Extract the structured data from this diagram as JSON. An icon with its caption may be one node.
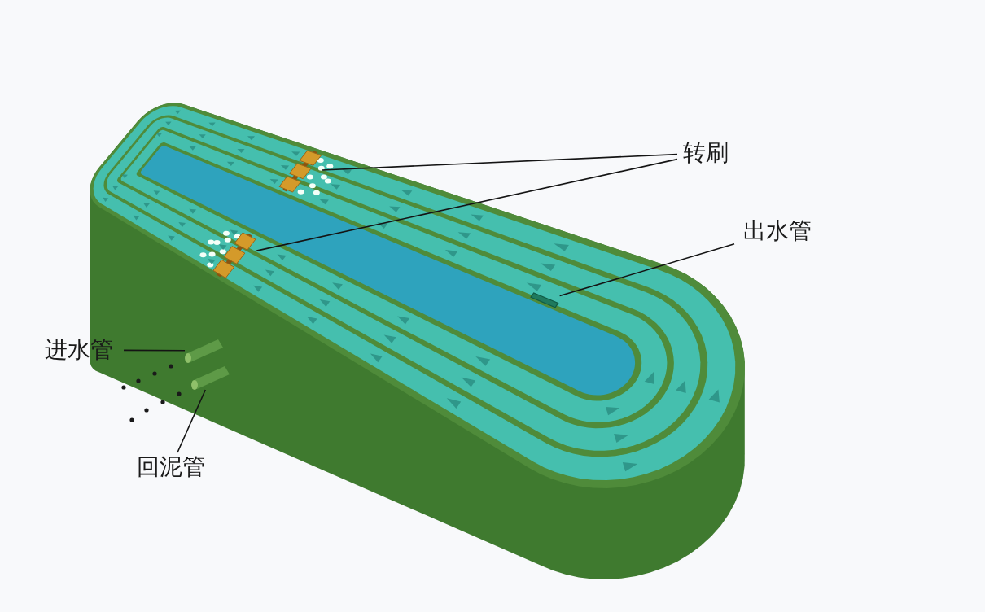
{
  "diagram": {
    "nodes": [
      {
        "text": [
          "转刷"
        ]
      },
      {
        "text": [],
        "shape": "picture"
      },
      {
        "text": [],
        "shape": "picture"
      },
      {
        "text": [
          "出水管"
        ]
      },
      {
        "text": [],
        "shape": "picture"
      },
      {
        "text": [
          "进水管"
        ]
      },
      {
        "text": [],
        "shape": "picture"
      },
      {
        "text": [
          "回泥管"
        ]
      },
      {
        "text": [],
        "shape": "picture"
      }
    ],
    "edges": [
      {
        "from": 0,
        "to": 1,
        "arrow": "none"
      },
      {
        "from": 0,
        "to": 2,
        "arrow": "none"
      },
      {
        "from": 3,
        "to": 4,
        "arrow": "none"
      },
      {
        "from": 5,
        "to": 6,
        "arrow": "none"
      },
      {
        "from": 7,
        "to": 8,
        "arrow": "none"
      }
    ]
  }
}
